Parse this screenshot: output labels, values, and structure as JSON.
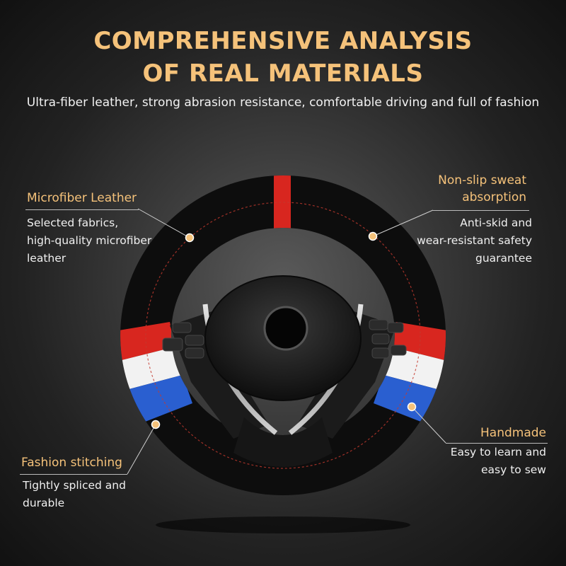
{
  "header": {
    "title_line1": "COMPREHENSIVE ANALYSIS",
    "title_line2": "OF REAL MATERIALS",
    "subtitle": "Ultra-fiber leather, strong abrasion resistance, comfortable driving and full of fashion"
  },
  "features": {
    "microfiber": {
      "title": "Microfiber Leather",
      "desc": [
        "Selected fabrics,",
        "high-quality microfiber",
        "leather"
      ]
    },
    "nonslip": {
      "title_lines": [
        "Non-slip sweat",
        "absorption"
      ],
      "desc": [
        "Anti-skid and",
        "wear-resistant safety",
        "guarantee"
      ]
    },
    "stitching": {
      "title": "Fashion stitching",
      "desc": [
        "Tightly spliced and",
        "durable"
      ]
    },
    "handmade": {
      "title": "Handmade",
      "desc": [
        "Easy to learn and",
        "easy to sew"
      ]
    }
  },
  "colors": {
    "accent": "#f5c27a",
    "leather": "#0d0d0d",
    "stripe_red": "#d8261f",
    "stripe_white": "#f2f2f2",
    "stripe_blue": "#2a5fd0"
  }
}
